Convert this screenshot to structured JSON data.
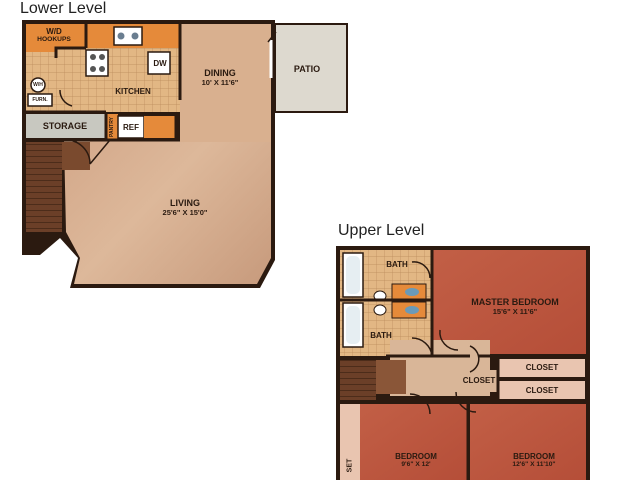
{
  "lower_level": {
    "title": "Lower Level",
    "rooms": {
      "wd": {
        "name": "W/D",
        "name2": "HOOKUPS"
      },
      "dining": {
        "name": "DINING",
        "dims": "10' X 11'6\""
      },
      "patio": {
        "name": "PATIO"
      },
      "dw": {
        "name": "DW"
      },
      "kitchen": {
        "name": "KITCHEN"
      },
      "wh": {
        "name": "W/H"
      },
      "furn": {
        "name": "FURN."
      },
      "storage": {
        "name": "STORAGE"
      },
      "pantry": {
        "name": "PANTRY"
      },
      "ref": {
        "name": "REF"
      },
      "living": {
        "name": "LIVING",
        "dims": "25'6\" X 15'0\""
      }
    }
  },
  "upper_level": {
    "title": "Upper Level",
    "rooms": {
      "bath1": {
        "name": "BATH"
      },
      "bath2": {
        "name": "BATH"
      },
      "master": {
        "name": "MASTER BEDROOM",
        "dims": "15'6\" X 11'6\""
      },
      "closet_left": {
        "name": "CLOSET"
      },
      "closet1": {
        "name": "CLOSET"
      },
      "closet2": {
        "name": "CLOSET"
      },
      "bedroom1": {
        "name": "BEDROOM",
        "dims": "9'6\" X 12'"
      },
      "bedroom2": {
        "name": "BEDROOM",
        "dims": "12'6\" X 11'10\""
      },
      "set": {
        "name": "SET"
      }
    }
  }
}
